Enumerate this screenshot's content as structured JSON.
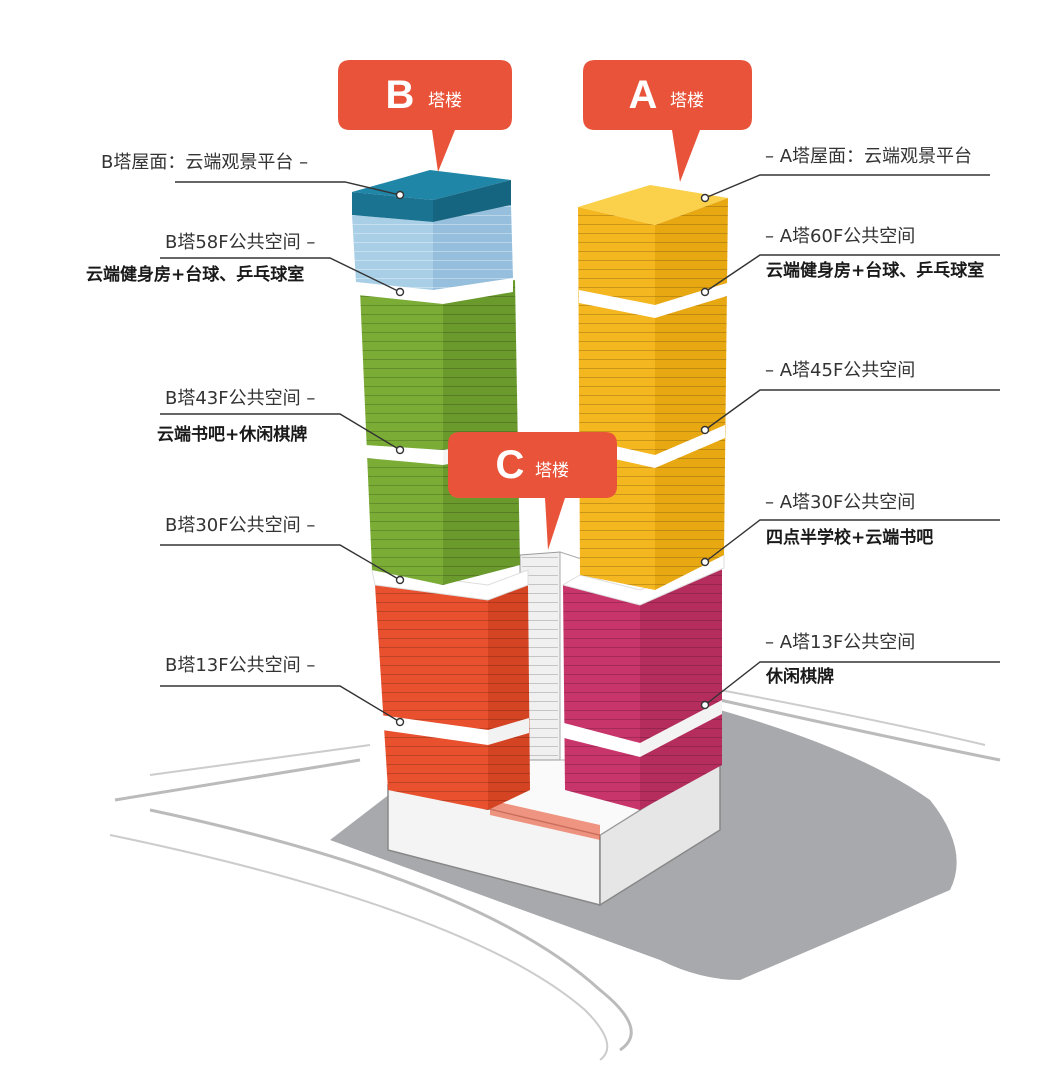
{
  "callouts": {
    "b": {
      "letter": "B",
      "suffix": "塔楼"
    },
    "a": {
      "letter": "A",
      "suffix": "塔楼"
    },
    "c": {
      "letter": "C",
      "suffix": "塔楼"
    }
  },
  "labels_b": {
    "roof": "B塔屋面：云端观景平台 –",
    "f58": "B塔58F公共空间 –",
    "f58_desc": "云端健身房+台球、乒乓球室",
    "f43": "B塔43F公共空间 –",
    "f43_desc": "云端书吧+休闲棋牌",
    "f30": "B塔30F公共空间 –",
    "f13": "B塔13F公共空间 –"
  },
  "labels_a": {
    "roof": "– A塔屋面：云端观景平台",
    "f60": "– A塔60F公共空间",
    "f60_desc": "云端健身房+台球、乒乓球室",
    "f45": "– A塔45F公共空间",
    "f30": "– A塔30F公共空间",
    "f30_desc": "四点半学校+云端书吧",
    "f13": "– A塔13F公共空间",
    "f13_desc": "休闲棋牌"
  },
  "colors": {
    "callout": "#e8533a",
    "b_roof": "#1f86a8",
    "b_top": "#a9cfe6",
    "b_mid": "#7aac36",
    "b_low": "#e8502e",
    "a_upper": "#f5b720",
    "a_low": "#c8356a",
    "ground": "#a7a9ac"
  }
}
